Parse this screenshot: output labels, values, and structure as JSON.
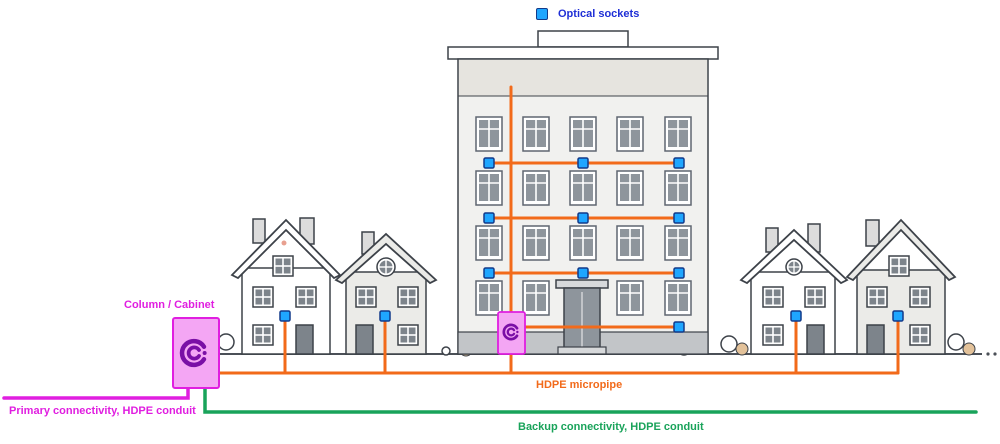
{
  "legend": {
    "socket_label": "Optical sockets"
  },
  "labels": {
    "cabinet": "Column / Cabinet",
    "micropipe": "HDPE micropipe",
    "primary": "Primary connectivity, HDPE conduit",
    "backup": "Backup connectivity, HDPE conduit"
  },
  "colors": {
    "socket_fill": "#1fa6ff",
    "socket_text": "#1f2fd6",
    "cabinet": "#e01ee0",
    "micropipe": "#f26a1a",
    "backup": "#19a35a"
  },
  "icons": {
    "socket": "optical-socket-icon",
    "cabinet": "cabinet-logo-icon",
    "house": "house-icon",
    "apartment": "apartment-building-icon"
  }
}
